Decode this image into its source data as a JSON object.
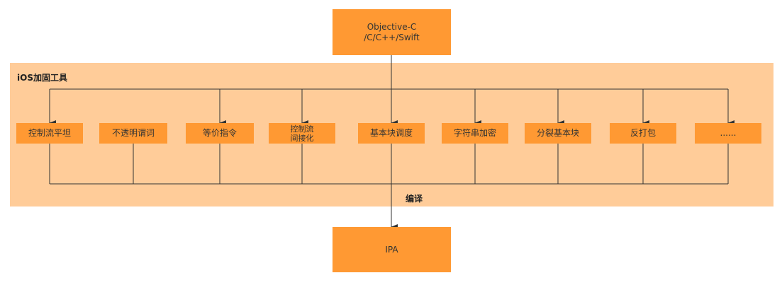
{
  "source_box": {
    "line1": "Objective-C",
    "line2": "/C/C++/Swift"
  },
  "region": {
    "title": "iOS加固工具"
  },
  "tools": [
    {
      "line1": "控制流平坦",
      "line2": ""
    },
    {
      "line1": "不透明谓词",
      "line2": ""
    },
    {
      "line1": "等价指令",
      "line2": ""
    },
    {
      "line1": "控制流",
      "line2": "间接化"
    },
    {
      "line1": "基本块调度",
      "line2": ""
    },
    {
      "line1": "字符串加密",
      "line2": ""
    },
    {
      "line1": "分裂基本块",
      "line2": ""
    },
    {
      "line1": "反打包",
      "line2": ""
    },
    {
      "line1": "......",
      "line2": ""
    }
  ],
  "edge_label": "编译",
  "output_box": {
    "label": "IPA"
  },
  "colors": {
    "box": "#ff9933",
    "region": "#ffcc99",
    "line": "#333333"
  }
}
